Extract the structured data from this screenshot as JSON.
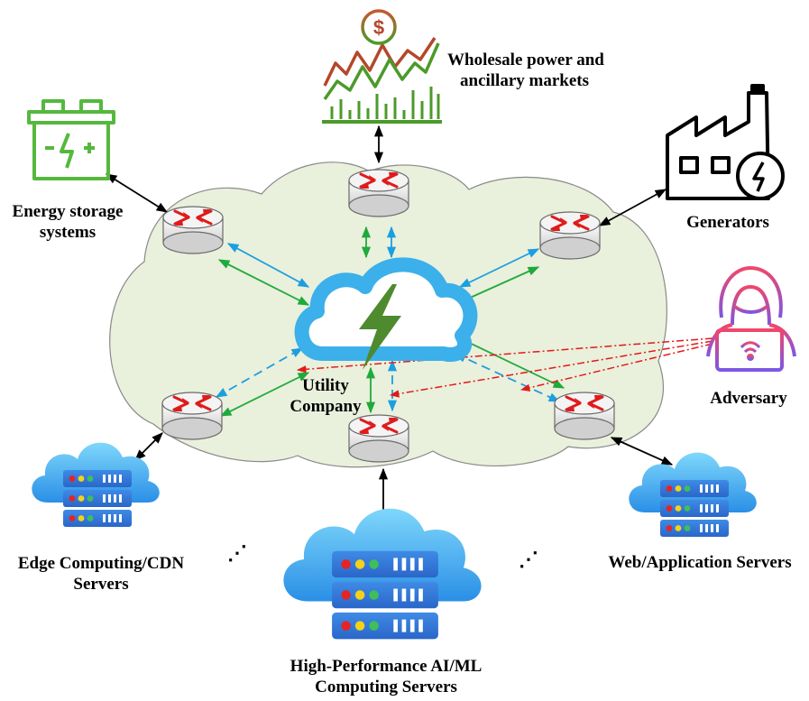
{
  "labels": {
    "wholesale": [
      "Wholesale power and",
      "ancillary markets"
    ],
    "energy_storage": [
      "Energy storage",
      "systems"
    ],
    "generators": "Generators",
    "adversary": "Adversary",
    "utility": [
      "Utility",
      "Company"
    ],
    "edge": [
      "Edge Computing/CDN",
      "Servers"
    ],
    "web": "Web/Application Servers",
    "hpc": [
      "High-Performance AI/ML",
      "Computing Servers"
    ],
    "ellipsis_left": "⋰",
    "ellipsis_right": "⋰"
  },
  "icons": {
    "dollar_symbol": "$"
  },
  "colors": {
    "cloud_fill": "#e9f0dc",
    "cloud_stroke": "#8a8a8a",
    "utility_cloud": "#3bb0ea",
    "bolt": "#4e8a2e",
    "green_link": "#1faa3b",
    "blue_link": "#1b9fe0",
    "attack_link": "#e21a1a",
    "black_link": "#000000",
    "battery": "#55b83d",
    "adversary_top": "#f0476b",
    "adversary_bottom": "#7b57e4",
    "market_red": "#b5472a",
    "market_green": "#4c9a2a"
  }
}
